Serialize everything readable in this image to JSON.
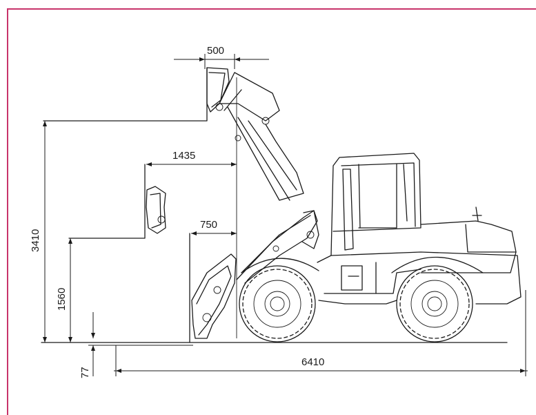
{
  "frame_color": "#c8336a",
  "dimensions": {
    "bucket_reach_top": "500",
    "max_dump_reach": "1435",
    "lower_reach": "750",
    "max_height": "3410",
    "dump_height": "1560",
    "dig_depth": "77",
    "overall_length": "6410"
  }
}
